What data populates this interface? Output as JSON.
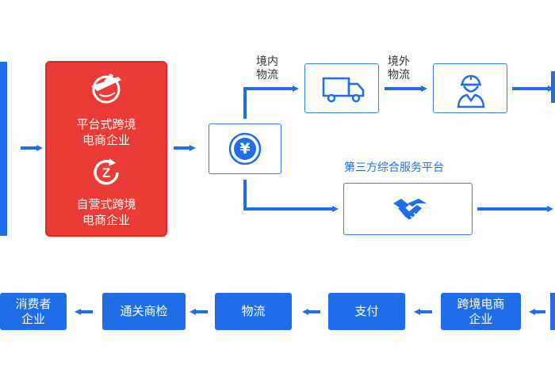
{
  "company_types": {
    "platform": "平台式跨境\n电商企业",
    "self_operated": "自营式跨境\n电商企业"
  },
  "flow_labels": {
    "domestic_logistics": "境内\n物流",
    "overseas_logistics": "境外\n物流",
    "third_party_platform": "第三方综合服务平台"
  },
  "payment_symbol": "¥",
  "bottom_row": [
    "消费者\n企业",
    "通关商检",
    "物流",
    "支付",
    "跨境电商\n企业"
  ],
  "icons": {
    "platform": "plane-globe-icon",
    "self_operated": "z-refresh-icon",
    "payment": "yen-coin-icon",
    "domestic": "delivery-truck-icon",
    "overseas": "worker-icon",
    "service": "handshake-icon"
  },
  "colors": {
    "primary": "#1f6ee8",
    "accent_red": "#ea3b36",
    "outline": "#3b7de6"
  }
}
